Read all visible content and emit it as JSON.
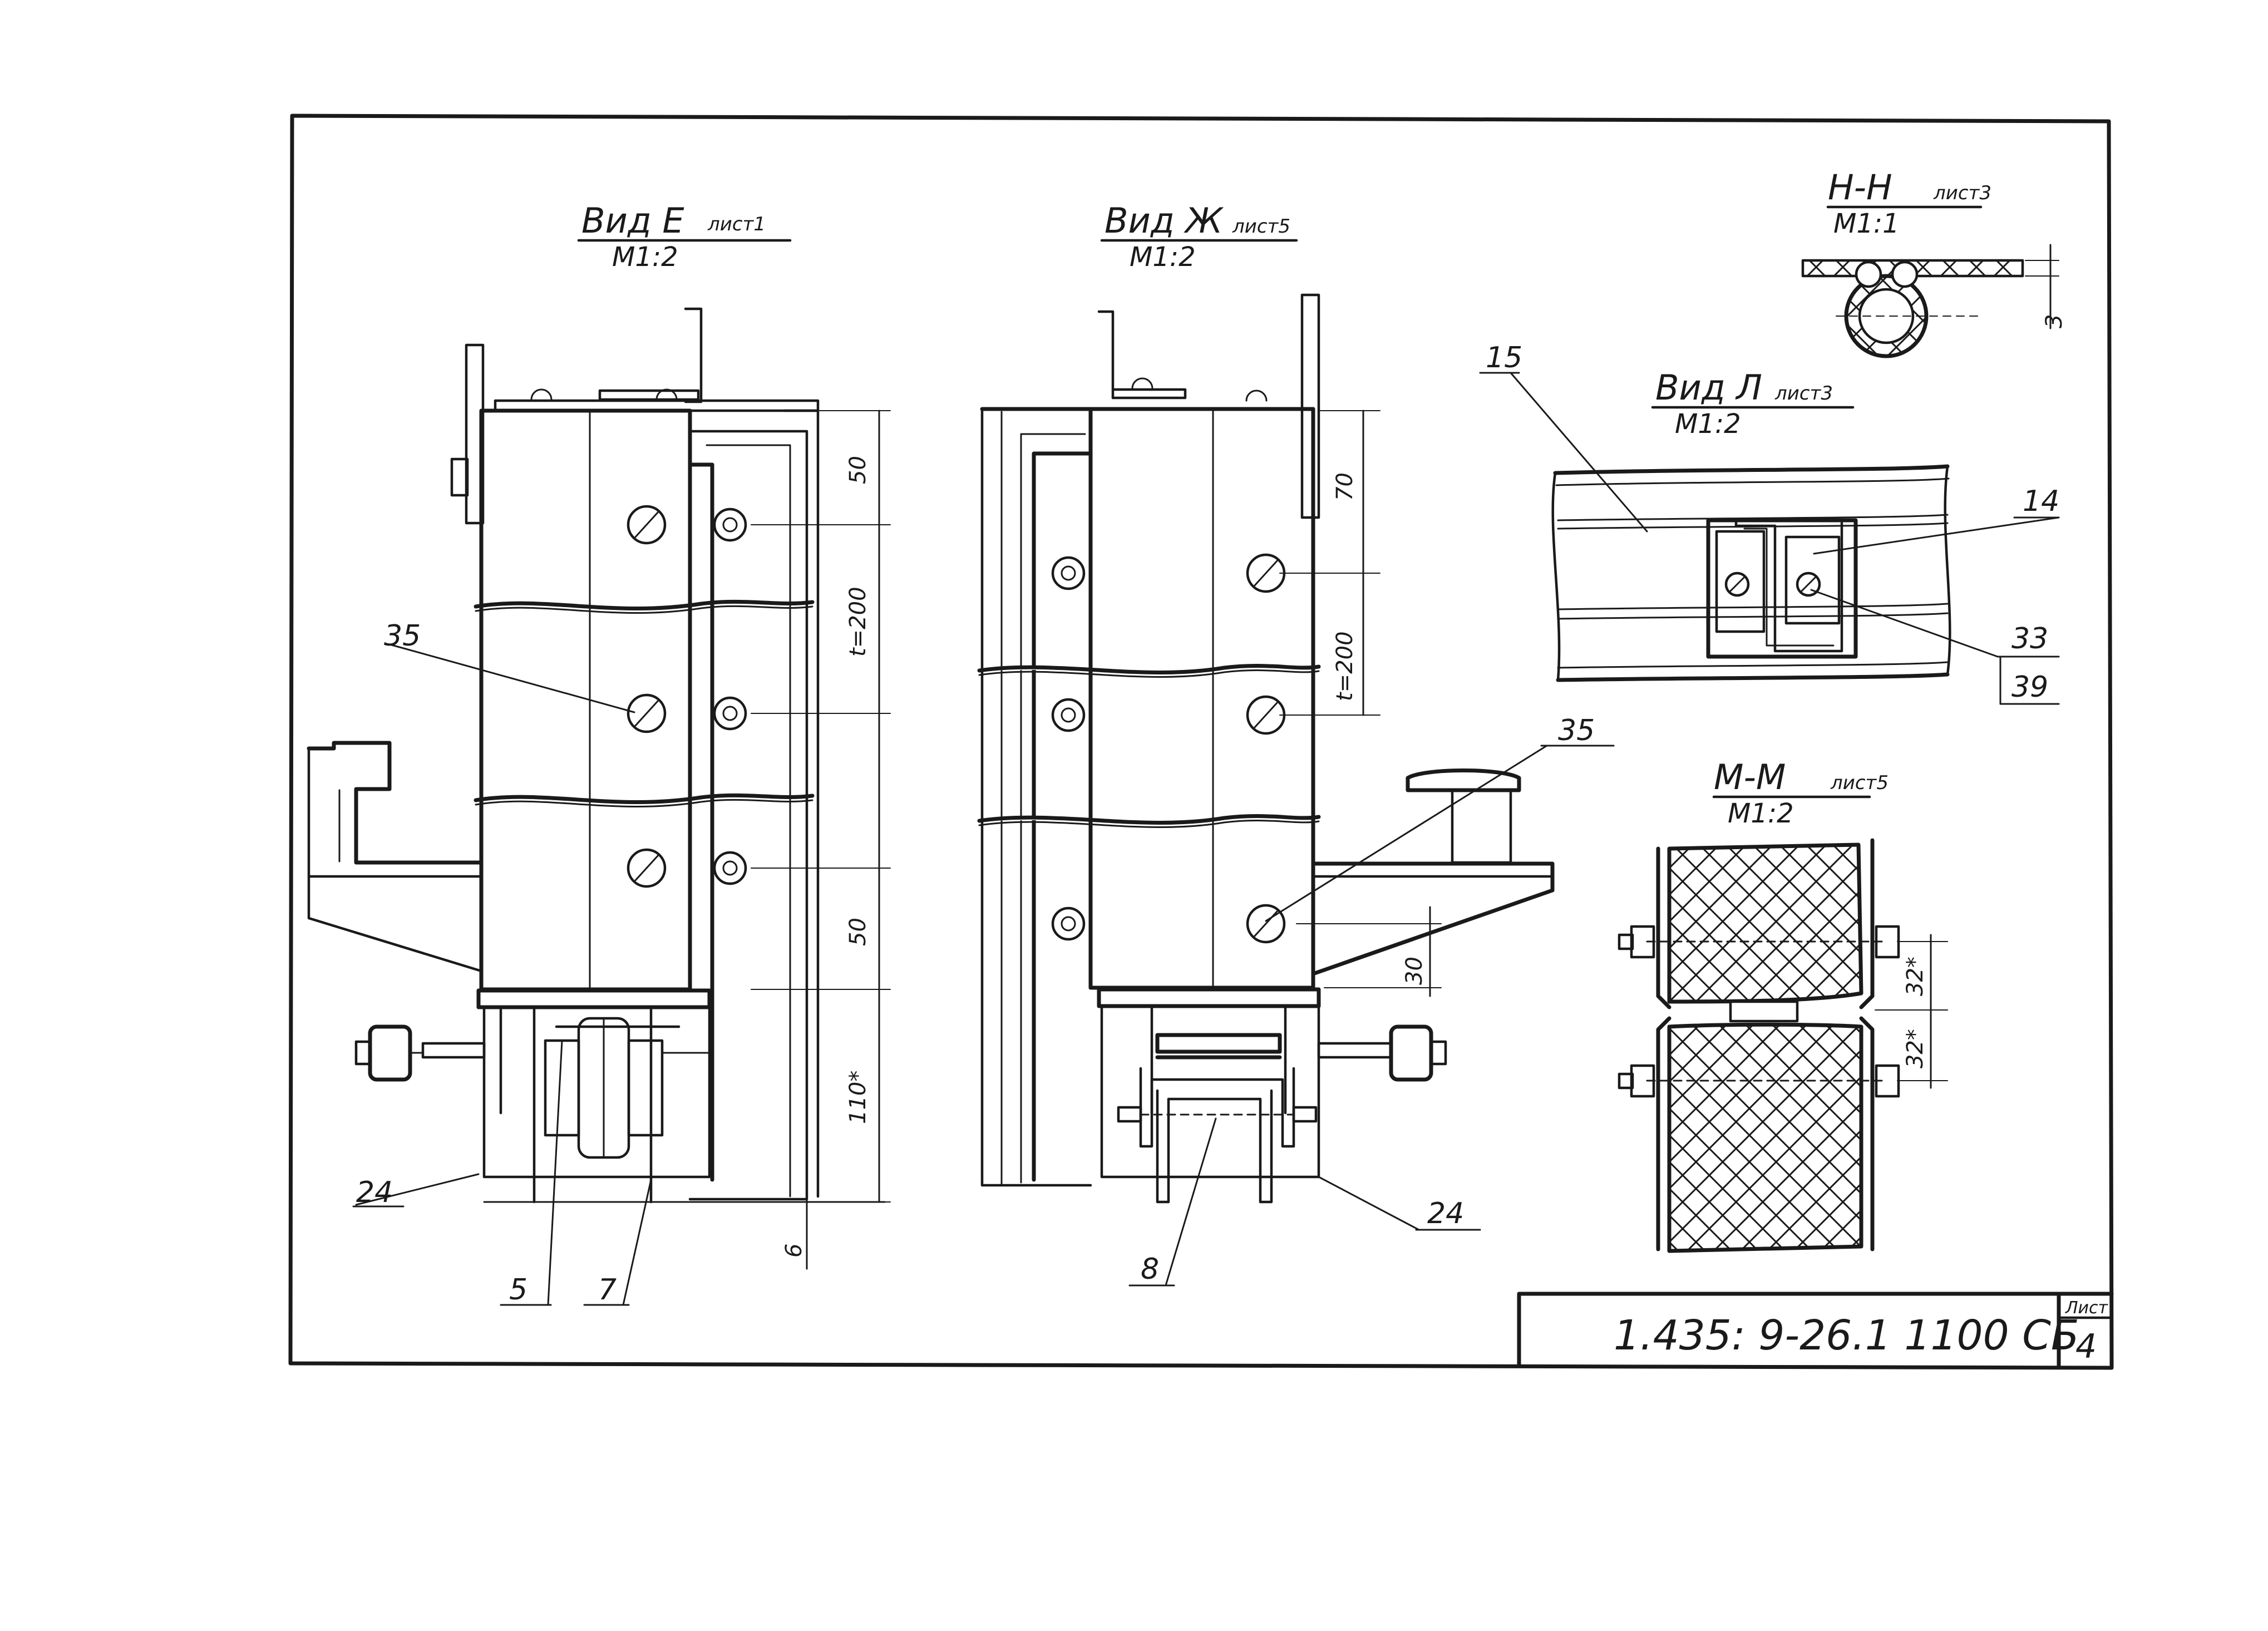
{
  "drawing": {
    "views": {
      "vid_e": {
        "title": "Вид Е",
        "sheet_ref": "лист1",
        "scale": "М1:2"
      },
      "vid_zh": {
        "title": "Вид Ж",
        "sheet_ref": "лист5",
        "scale": "М1:2"
      },
      "section_nn": {
        "title": "Н-Н",
        "sheet_ref": "лист3",
        "scale": "М1:1"
      },
      "vid_l": {
        "title": "Вид Л",
        "sheet_ref": "лист3",
        "scale": "М1:2"
      },
      "section_mm": {
        "title": "М-М",
        "sheet_ref": "лист5",
        "scale": "М1:2"
      }
    },
    "dimensions": {
      "e_top": "50",
      "e_pitch": "t=200",
      "e_bottom": "50",
      "e_roller": "110*",
      "e_gap": "6",
      "zh_top": "70",
      "zh_pitch": "t=200",
      "zh_lower": "30",
      "nn_wall": "3",
      "mm_upper": "32*",
      "mm_lower": "32*"
    },
    "callouts": {
      "e_35": "35",
      "e_24": "24",
      "e_5": "5",
      "e_7": "7",
      "zh_35": "35",
      "zh_24": "24",
      "zh_8": "8",
      "l_15": "15",
      "l_14": "14",
      "l_33": "33",
      "l_39": "39"
    },
    "title_block": {
      "doc_code": "1.435: 9-26.1 1100 СБ",
      "sheet_label": "Лист",
      "sheet_number": "4"
    }
  }
}
